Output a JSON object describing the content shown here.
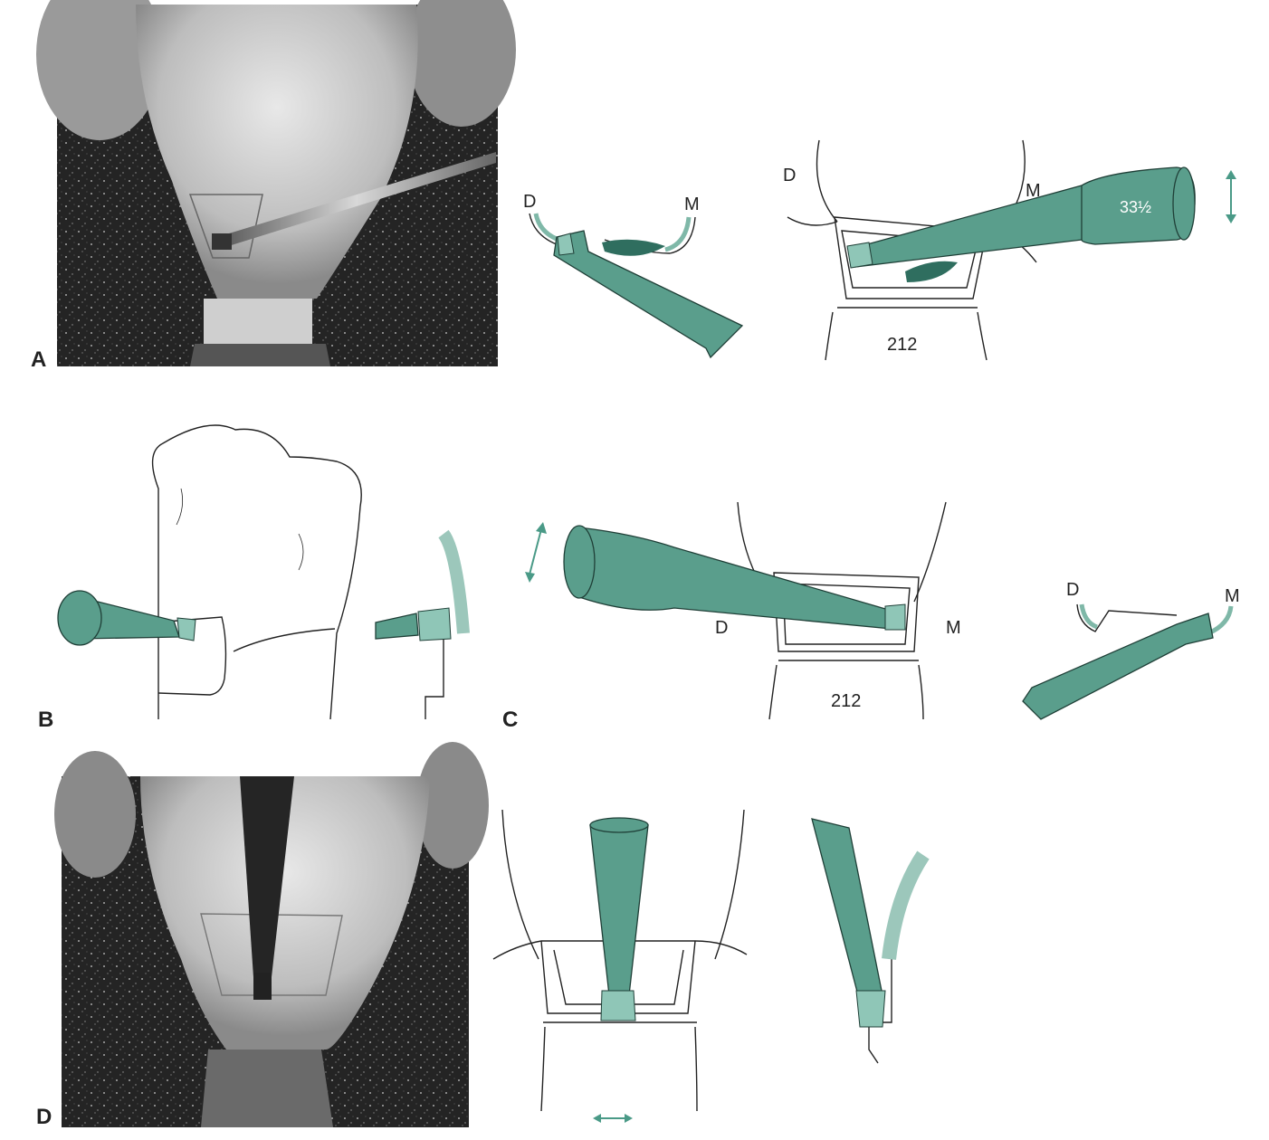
{
  "panels": {
    "a": {
      "letter": "A",
      "surface_left": "D",
      "surface_right": "M",
      "instrument_size": "33½",
      "tooth_number": "212"
    },
    "b": {
      "letter": "B"
    },
    "c": {
      "letter": "C",
      "surface_left_top": "D",
      "surface_right_top": "M",
      "surface_left_bottom": "D",
      "surface_right_bottom": "M",
      "tooth_number": "212"
    },
    "d": {
      "letter": "D"
    }
  },
  "colors": {
    "instrument": "#5a9e8c",
    "instrument_light": "#8fc6b7",
    "arrow": "#4a9a87"
  }
}
